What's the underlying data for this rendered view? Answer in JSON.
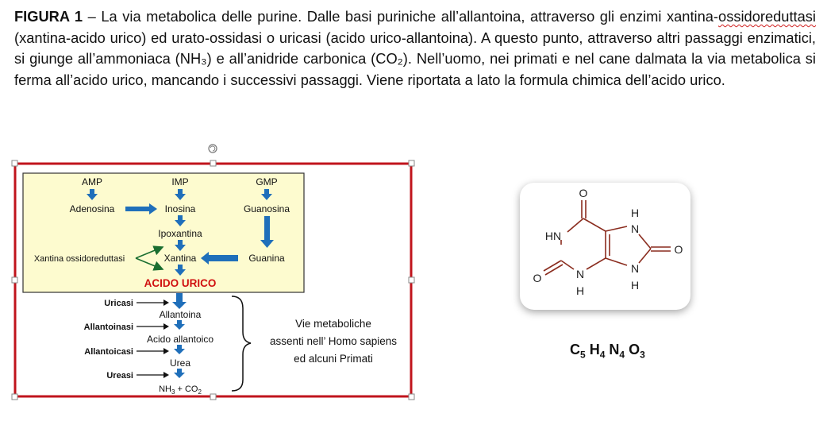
{
  "caption": {
    "figure_label": "FIGURA 1",
    "text_1": " – La via metabolica delle purine. Dalle basi puriniche all’allantoina, attraverso gli enzimi xantina-",
    "underlined_word": "ossidoreduttasi",
    "text_2": " (xantina-acido urico) ed urato-ossidasi o uricasi (acido urico-allantoina). A questo punto, attraverso altri passaggi enzimatici, si giunge all’ammoniaca (NH₃) e all’anidride carbonica (CO₂). Nell’uomo, nei primati e nel cane dalmata la via metabolica si ferma all’acido urico, mancando i successivi passaggi. Viene riportata a lato la formula chimica dell’acido urico."
  },
  "diagram": {
    "top_labels": {
      "amp": "AMP",
      "imp": "IMP",
      "gmp": "GMP"
    },
    "adenosina": "Adenosina",
    "inosina": "Inosina",
    "guanosina": "Guanosina",
    "ipoxantina": "Ipoxantina",
    "xantina_enzyme": "Xantina ossidoreduttasi",
    "xantina": "Xantina",
    "guanina": "Guanina",
    "acido_urico": "ACIDO URICO",
    "enzymes": {
      "uricasi": "Uricasi",
      "allantoinasi": "Allantoinasi",
      "allantoicasi": "Allantoicasi",
      "ureasi": "Ureasi"
    },
    "allantoina": "Allantoina",
    "acido_allantoico": "Acido allantoico",
    "urea": "Urea",
    "nh3": "NH",
    "nh3_sub": "3",
    "plus_co": " + CO",
    "co2_sub": "2",
    "vie_1": "Vie metaboliche",
    "vie_2": "assenti nell’ Homo sapiens",
    "vie_3": "ed alcuni Primati"
  },
  "structure": {
    "o_top": "O",
    "o_right": "O",
    "o_left": "O",
    "hn": "HN",
    "n_right_top": "N",
    "h_right_top": "H",
    "n_right_bottom": "N",
    "h_right_bottom": "H",
    "n_bottom": "N",
    "h_bottom": "H"
  },
  "formula": {
    "c": "C",
    "c_n": "5",
    "h": "H",
    "h_n": "4",
    "n": "N",
    "n_n": "4",
    "o": "O",
    "o_n": "3"
  },
  "colors": {
    "frame": "#c0141c",
    "fill": "#fdfbcf",
    "arrow": "#1f6fba",
    "enzyme_arrow": "#1a8c3a",
    "acido_urico": "#d01010",
    "bond": "#8a2c1e"
  }
}
